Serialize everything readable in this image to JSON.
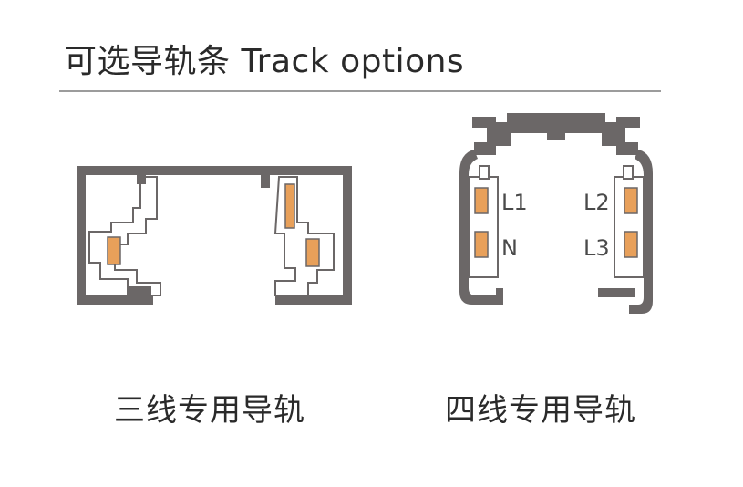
{
  "header": {
    "title": "可选导轨条 Track options"
  },
  "three_wire": {
    "caption": "三线专用导轨"
  },
  "four_wire": {
    "caption": "四线专用导轨",
    "labels": {
      "l1": "L1",
      "n": "N",
      "l2": "L2",
      "l3": "L3"
    }
  },
  "colors": {
    "track_gray": "#6b6767",
    "conductor_orange": "#e8a05a",
    "insulator_white": "#ffffff",
    "text": "#2a2a2a",
    "divider": "#9c9c9c"
  }
}
